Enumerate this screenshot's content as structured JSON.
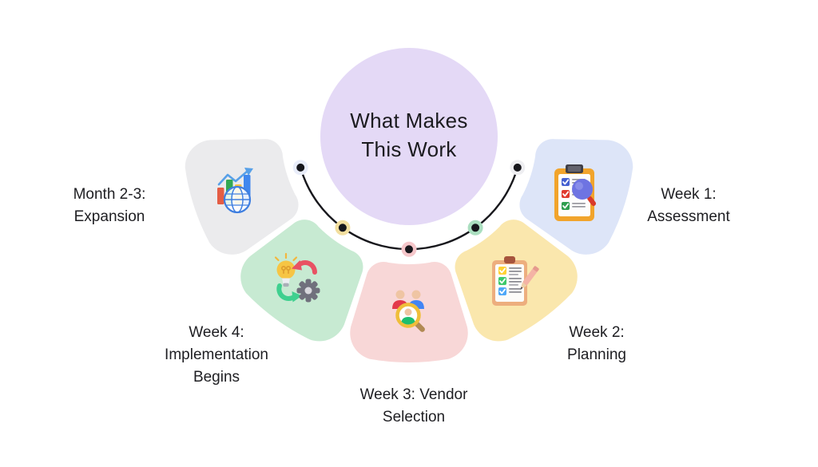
{
  "title": [
    "What Makes",
    "This Work"
  ],
  "background_color": "#ffffff",
  "center_circle": {
    "color": "#e4d9f6",
    "text_color": "#1b1b1f"
  },
  "connector": {
    "line_color": "#17171c",
    "dot_color": "#17171c",
    "dot_rings": [
      "#e9edfa",
      "#f3df9f",
      "#f5c6ca",
      "#abdfc0",
      "#eeeef1"
    ]
  },
  "segments": [
    {
      "id": "assessment",
      "label": [
        "Week 1:",
        "Assessment"
      ],
      "petal_color": "#ebebed",
      "icon": "clipboard-magnifier-icon"
    },
    {
      "id": "planning",
      "label": [
        "Week 2:",
        "Planning"
      ],
      "petal_color": "#c7ead2",
      "icon": "checklist-pencil-icon"
    },
    {
      "id": "vendor-selection",
      "label": [
        "Week 3: Vendor",
        "Selection"
      ],
      "petal_color": "#f8d7d7",
      "icon": "people-search-icon"
    },
    {
      "id": "implementation",
      "label": [
        "Week 4:",
        "Implementation",
        "Begins"
      ],
      "petal_color": "#fae7ad",
      "icon": "idea-process-gear-icon"
    },
    {
      "id": "expansion",
      "label": [
        "Month 2-3:",
        "Expansion"
      ],
      "petal_color": "#dde5f8",
      "icon": "growth-chart-globe-icon"
    }
  ]
}
